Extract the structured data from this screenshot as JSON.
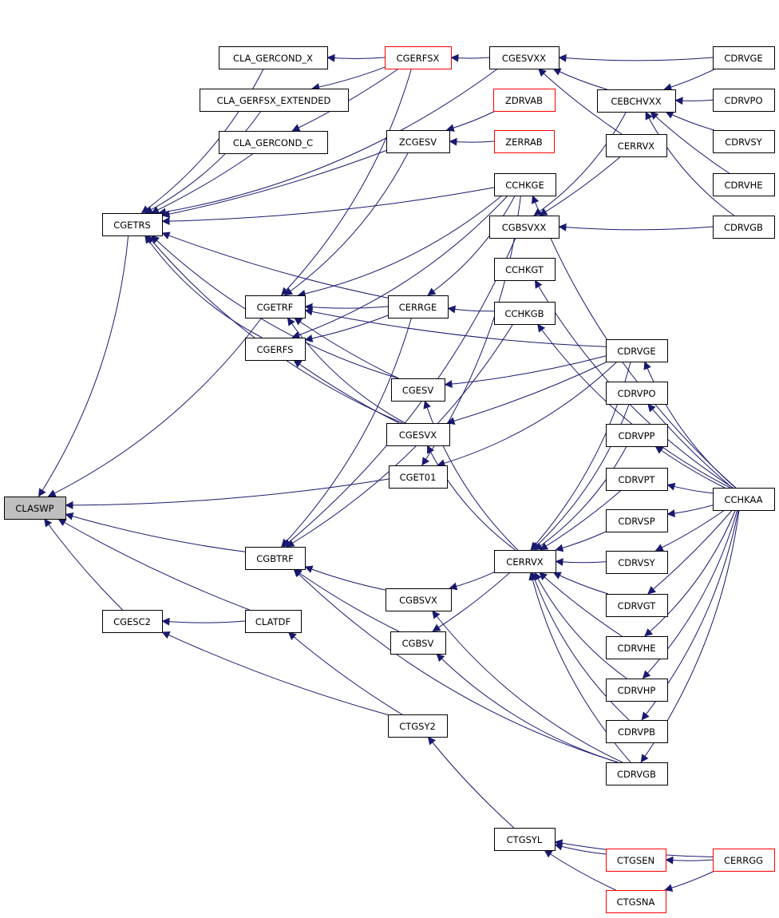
{
  "graph": {
    "nodes": [
      {
        "id": "CLASWP",
        "label": "CLASWP",
        "style": "root"
      },
      {
        "id": "CGESC2",
        "label": "CGESC2",
        "style": "normal"
      },
      {
        "id": "CGETRS",
        "label": "CGETRS",
        "style": "normal"
      },
      {
        "id": "CLA_GERCOND_X",
        "label": "CLA_GERCOND_X",
        "style": "normal"
      },
      {
        "id": "CLA_GERFSX_EXTENDED",
        "label": "CLA_GERFSX_EXTENDED",
        "style": "normal"
      },
      {
        "id": "CLA_GERCOND_C",
        "label": "CLA_GERCOND_C",
        "style": "normal"
      },
      {
        "id": "CGETRF",
        "label": "CGETRF",
        "style": "normal"
      },
      {
        "id": "CGERFS",
        "label": "CGERFS",
        "style": "normal"
      },
      {
        "id": "CGBTRF",
        "label": "CGBTRF",
        "style": "normal"
      },
      {
        "id": "CLATDF",
        "label": "CLATDF",
        "style": "normal"
      },
      {
        "id": "CGERFSX",
        "label": "CGERFSX",
        "style": "red"
      },
      {
        "id": "ZCGESV",
        "label": "ZCGESV",
        "style": "normal"
      },
      {
        "id": "CERRGE",
        "label": "CERRGE",
        "style": "normal"
      },
      {
        "id": "CGESV",
        "label": "CGESV",
        "style": "normal"
      },
      {
        "id": "CGESVX",
        "label": "CGESVX",
        "style": "normal"
      },
      {
        "id": "CGET01",
        "label": "CGET01",
        "style": "normal"
      },
      {
        "id": "CGBSVX",
        "label": "CGBSVX",
        "style": "normal"
      },
      {
        "id": "CGBSV",
        "label": "CGBSV",
        "style": "normal"
      },
      {
        "id": "CTGSY2",
        "label": "CTGSY2",
        "style": "normal"
      },
      {
        "id": "CGESVXX",
        "label": "CGESVXX",
        "style": "normal"
      },
      {
        "id": "ZDRVAB",
        "label": "ZDRVAB",
        "style": "red"
      },
      {
        "id": "ZERRAB",
        "label": "ZERRAB",
        "style": "red"
      },
      {
        "id": "CCHKGE",
        "label": "CCHKGE",
        "style": "normal"
      },
      {
        "id": "CGBSVXX",
        "label": "CGBSVXX",
        "style": "normal"
      },
      {
        "id": "CCHKGT",
        "label": "CCHKGT",
        "style": "normal"
      },
      {
        "id": "CCHKGB",
        "label": "CCHKGB",
        "style": "normal"
      },
      {
        "id": "CERRVX",
        "label": "CERRVX",
        "style": "normal"
      },
      {
        "id": "CTGSYL",
        "label": "CTGSYL",
        "style": "normal"
      },
      {
        "id": "CEBCHVXX",
        "label": "CEBCHVXX",
        "style": "normal"
      },
      {
        "id": "CERRVX2",
        "label": "CERRVX",
        "style": "normal"
      },
      {
        "id": "CDRVGE",
        "label": "CDRVGE",
        "style": "normal"
      },
      {
        "id": "CDRVPO",
        "label": "CDRVPO",
        "style": "normal"
      },
      {
        "id": "CDRVPP",
        "label": "CDRVPP",
        "style": "normal"
      },
      {
        "id": "CDRVPT",
        "label": "CDRVPT",
        "style": "normal"
      },
      {
        "id": "CDRVSP",
        "label": "CDRVSP",
        "style": "normal"
      },
      {
        "id": "CDRVSY",
        "label": "CDRVSY",
        "style": "normal"
      },
      {
        "id": "CDRVGT",
        "label": "CDRVGT",
        "style": "normal"
      },
      {
        "id": "CDRVHE",
        "label": "CDRVHE",
        "style": "normal"
      },
      {
        "id": "CDRVHP",
        "label": "CDRVHP",
        "style": "normal"
      },
      {
        "id": "CDRVPB",
        "label": "CDRVPB",
        "style": "normal"
      },
      {
        "id": "CDRVGB",
        "label": "CDRVGB",
        "style": "normal"
      },
      {
        "id": "CTGSEN",
        "label": "CTGSEN",
        "style": "red"
      },
      {
        "id": "CTGSNA",
        "label": "CTGSNA",
        "style": "red"
      },
      {
        "id": "CDRVGE2",
        "label": "CDRVGE",
        "style": "normal"
      },
      {
        "id": "CDRVPO2",
        "label": "CDRVPO",
        "style": "normal"
      },
      {
        "id": "CDRVSY2",
        "label": "CDRVSY",
        "style": "normal"
      },
      {
        "id": "CDRVHE2",
        "label": "CDRVHE",
        "style": "normal"
      },
      {
        "id": "CDRVGB2",
        "label": "CDRVGB",
        "style": "normal"
      },
      {
        "id": "CCHKAA",
        "label": "CCHKAA",
        "style": "normal"
      },
      {
        "id": "CERRGG",
        "label": "CERRGG",
        "style": "red"
      }
    ],
    "edges": [
      [
        "CGESC2",
        "CLASWP"
      ],
      [
        "CGETRS",
        "CLASWP"
      ],
      [
        "CGETRF",
        "CLASWP"
      ],
      [
        "CGBTRF",
        "CLASWP"
      ],
      [
        "CLATDF",
        "CLASWP"
      ],
      [
        "CGET01",
        "CLASWP"
      ],
      [
        "CLATDF",
        "CGESC2"
      ],
      [
        "CTGSY2",
        "CGESC2"
      ],
      [
        "CTGSY2",
        "CLATDF"
      ],
      [
        "CTGSYL",
        "CTGSY2"
      ],
      [
        "CTGSEN",
        "CTGSYL"
      ],
      [
        "CTGSNA",
        "CTGSYL"
      ],
      [
        "CERRGG",
        "CTGSYL"
      ],
      [
        "CERRGG",
        "CTGSEN"
      ],
      [
        "CERRGG",
        "CTGSNA"
      ],
      [
        "CLA_GERCOND_X",
        "CGETRS"
      ],
      [
        "CLA_GERFSX_EXTENDED",
        "CGETRS"
      ],
      [
        "CLA_GERCOND_C",
        "CGETRS"
      ],
      [
        "CGERFS",
        "CGETRS"
      ],
      [
        "CGESVXX",
        "CGETRS"
      ],
      [
        "ZCGESV",
        "CGETRS"
      ],
      [
        "CCHKGE",
        "CGETRS"
      ],
      [
        "CERRGE",
        "CGETRS"
      ],
      [
        "CGESV",
        "CGETRS"
      ],
      [
        "CGESVX",
        "CGETRS"
      ],
      [
        "CGERFSX",
        "CLA_GERCOND_X"
      ],
      [
        "CGERFSX",
        "CLA_GERFSX_EXTENDED"
      ],
      [
        "CGERFSX",
        "CLA_GERCOND_C"
      ],
      [
        "CGESVXX",
        "CGERFSX"
      ],
      [
        "CGERFSX",
        "CGETRF"
      ],
      [
        "ZCGESV",
        "CGETRF"
      ],
      [
        "CCHKGE",
        "CGETRF"
      ],
      [
        "CERRGE",
        "CGETRF"
      ],
      [
        "CDRVGE2",
        "CGETRF"
      ],
      [
        "CGESV",
        "CGETRF"
      ],
      [
        "CGESVX",
        "CGETRF"
      ],
      [
        "CGESVX",
        "CGERFS"
      ],
      [
        "CCHKGE",
        "CGERFS"
      ],
      [
        "CERRGE",
        "CGERFS"
      ],
      [
        "CERRGE",
        "CGBTRF"
      ],
      [
        "CGBSVXX",
        "CGBTRF"
      ],
      [
        "CCHKGB",
        "CGBTRF"
      ],
      [
        "CGBSVX",
        "CGBTRF"
      ],
      [
        "CGBSV",
        "CGBTRF"
      ],
      [
        "CDRVGB2",
        "CGBTRF"
      ],
      [
        "ZDRVAB",
        "ZCGESV"
      ],
      [
        "ZERRAB",
        "ZCGESV"
      ],
      [
        "CCHKGE",
        "CERRGE"
      ],
      [
        "CCHKGB",
        "CERRGE"
      ],
      [
        "CERRVX",
        "CGESV"
      ],
      [
        "CDRVGE2",
        "CGESV"
      ],
      [
        "CERRVX",
        "CGESVX"
      ],
      [
        "CDRVGE2",
        "CGESVX"
      ],
      [
        "CCHKGE",
        "CGET01"
      ],
      [
        "CDRVGE2",
        "CGET01"
      ],
      [
        "CERRVX",
        "CGBSVX"
      ],
      [
        "CDRVGB2",
        "CGBSVX"
      ],
      [
        "CERRVX",
        "CGBSV"
      ],
      [
        "CDRVGB2",
        "CGBSV"
      ],
      [
        "CDRVGE",
        "CGESVXX"
      ],
      [
        "CEBCHVXX",
        "CGESVXX"
      ],
      [
        "CERRVX2",
        "CGESVXX"
      ],
      [
        "CDRVGB",
        "CGBSVXX"
      ],
      [
        "CEBCHVXX",
        "CGBSVXX"
      ],
      [
        "CERRVX2",
        "CGBSVXX"
      ],
      [
        "CDRVGE",
        "CEBCHVXX"
      ],
      [
        "CDRVPO",
        "CEBCHVXX"
      ],
      [
        "CDRVSY",
        "CEBCHVXX"
      ],
      [
        "CDRVHE",
        "CEBCHVXX"
      ],
      [
        "CDRVGB",
        "CEBCHVXX"
      ],
      [
        "CCHKAA",
        "CCHKGE"
      ],
      [
        "CCHKAA",
        "CCHKGT"
      ],
      [
        "CCHKAA",
        "CCHKGB"
      ],
      [
        "CDRVGE2",
        "CERRVX"
      ],
      [
        "CDRVPO2",
        "CERRVX"
      ],
      [
        "CDRVPP",
        "CERRVX"
      ],
      [
        "CDRVPT",
        "CERRVX"
      ],
      [
        "CDRVSP",
        "CERRVX"
      ],
      [
        "CDRVSY2",
        "CERRVX"
      ],
      [
        "CDRVGT",
        "CERRVX"
      ],
      [
        "CDRVHE2",
        "CERRVX"
      ],
      [
        "CDRVHP",
        "CERRVX"
      ],
      [
        "CDRVPB",
        "CERRVX"
      ],
      [
        "CDRVGB2",
        "CERRVX"
      ],
      [
        "CCHKAA",
        "CDRVGE2"
      ],
      [
        "CCHKAA",
        "CDRVPO2"
      ],
      [
        "CCHKAA",
        "CDRVPP"
      ],
      [
        "CCHKAA",
        "CDRVPT"
      ],
      [
        "CCHKAA",
        "CDRVSP"
      ],
      [
        "CCHKAA",
        "CDRVSY2"
      ],
      [
        "CCHKAA",
        "CDRVGT"
      ],
      [
        "CCHKAA",
        "CDRVHE2"
      ],
      [
        "CCHKAA",
        "CDRVHP"
      ],
      [
        "CCHKAA",
        "CDRVPB"
      ],
      [
        "CCHKAA",
        "CDRVGB2"
      ]
    ]
  }
}
